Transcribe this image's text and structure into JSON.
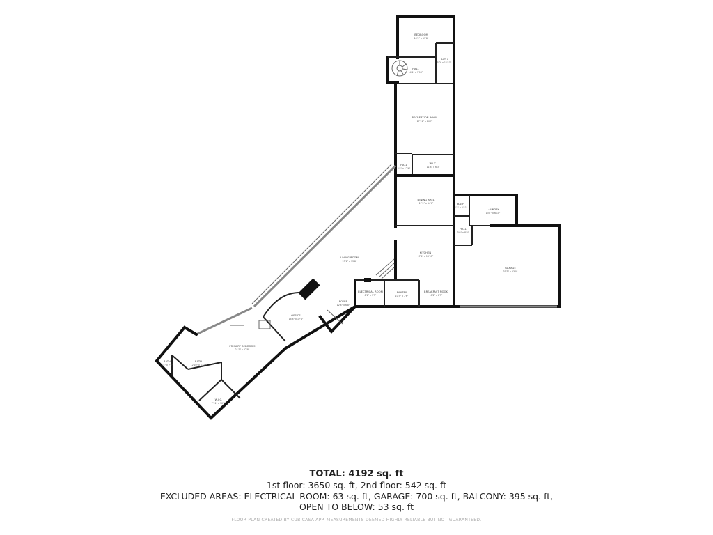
{
  "rooms": [
    {
      "id": "bedroom",
      "name": "BEDROOM",
      "dims": "14'5\" x 11'8\""
    },
    {
      "id": "bath-upper",
      "name": "BATH",
      "dims": "5'0\" x 11'11\""
    },
    {
      "id": "hall-upper",
      "name": "HALL",
      "dims": "14'1\" x 7'10\""
    },
    {
      "id": "recreation-room",
      "name": "RECREATION ROOM",
      "dims": "17'11\" x 20'7\""
    },
    {
      "id": "hall-mid",
      "name": "HALL",
      "dims": "5'4\" x 12'6\""
    },
    {
      "id": "wic-mid",
      "name": "W.I.C.",
      "dims": "11'8\" x 6'3\""
    },
    {
      "id": "dining-area",
      "name": "DINING AREA",
      "dims": "17'4\" x 14'6\""
    },
    {
      "id": "bath-laundry",
      "name": "BATH",
      "dims": "4'1\" x 5'11\""
    },
    {
      "id": "laundry",
      "name": "LAUNDRY",
      "dims": "13'7\" x 6'10\""
    },
    {
      "id": "hall-small",
      "name": "HALL",
      "dims": "3'6\" x 8'5\""
    },
    {
      "id": "kitchen",
      "name": "KITCHEN",
      "dims": "17'4\" x 15'11\""
    },
    {
      "id": "garage",
      "name": "GARAGE",
      "dims": "31'3\" x 23'0\""
    },
    {
      "id": "living-room",
      "name": "LIVING ROOM",
      "dims": "23'1\" x 13'8\""
    },
    {
      "id": "electrical-room",
      "name": "ELECTRICAL ROOM",
      "dims": "8'1\" x 7'5\""
    },
    {
      "id": "pantry",
      "name": "PANTRY",
      "dims": "10'3\" x 7'6\""
    },
    {
      "id": "breakfast-nook",
      "name": "BREAKFAST NOOK",
      "dims": "10'2\" x 8'5\""
    },
    {
      "id": "foyer",
      "name": "FOYER",
      "dims": "12'8\" x 6'8\""
    },
    {
      "id": "office",
      "name": "OFFICE",
      "dims": "14'8\" x 17'4\""
    },
    {
      "id": "primary-bedroom",
      "name": "PRIMARY BEDROOM",
      "dims": "21'1\" x 22'8\""
    },
    {
      "id": "bath-primary",
      "name": "BATH",
      "dims": "12'10\" x 11'9\""
    },
    {
      "id": "bath-small",
      "name": "BATH",
      "dims": "4'4\" x 7'0\""
    },
    {
      "id": "wic-primary",
      "name": "W.I.C.",
      "dims": "7'11\" x 10'0\""
    }
  ],
  "summary": {
    "total": "TOTAL: 4192 sq. ft",
    "line1": "1st floor: 3650 sq. ft, 2nd floor: 542 sq. ft",
    "line2": "EXCLUDED AREAS: ELECTRICAL ROOM: 63 sq. ft, GARAGE: 700 sq. ft, BALCONY: 395 sq. ft,",
    "line3": "OPEN TO BELOW: 53 sq. ft",
    "credit": "FLOOR PLAN CREATED BY CUBICASA APP. MEASUREMENTS DEEMED HIGHLY RELIABLE BUT NOT GUARANTEED."
  }
}
